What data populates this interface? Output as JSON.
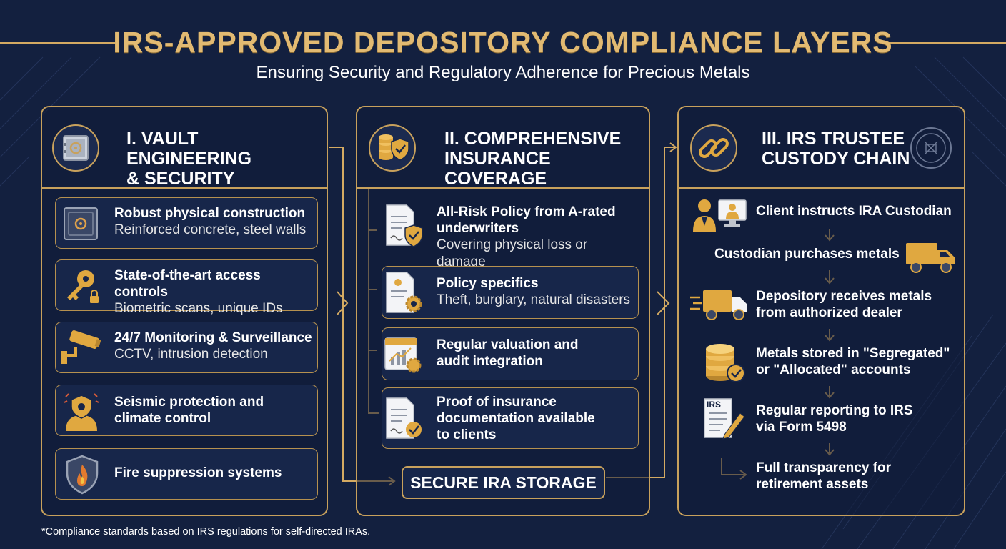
{
  "header": {
    "title": "IRS-APPROVED DEPOSITORY COMPLIANCE LAYERS",
    "subtitle": "Ensuring Security and Regulatory Adherence for Precious Metals"
  },
  "colors": {
    "background": "#13203f",
    "gold": "#c8a15c",
    "title_gold": "#e2ba72",
    "text": "#ffffff"
  },
  "panels": {
    "vault": {
      "title_line1": "I. VAULT ENGINEERING",
      "title_line2": "& SECURITY",
      "icon": "vault-safe-icon",
      "items": [
        {
          "title": "Robust physical construction",
          "sub": "Reinforced concrete, steel walls",
          "icon": "vault-door-icon"
        },
        {
          "title": "State-of-the-art access controls",
          "sub": "Biometric scans, unique IDs",
          "icon": "key-lock-icon"
        },
        {
          "title": "24/7 Monitoring & Surveillance",
          "sub": "CCTV, intrusion detection",
          "icon": "cctv-camera-icon"
        },
        {
          "title_line1": "Seismic protection and",
          "title_line2": "climate control",
          "icon": "seismic-shield-icon"
        },
        {
          "title": "Fire suppression systems",
          "icon": "fire-shield-icon"
        }
      ]
    },
    "insurance": {
      "title_line1": "II. COMPREHENSIVE",
      "title_line2": "INSURANCE COVERAGE",
      "icon": "coins-shield-icon",
      "items": [
        {
          "title_line1": "All-Risk Policy from A-rated",
          "title_line2": "underwriters",
          "sub": "Covering physical loss or damage",
          "icon": "policy-shield-icon"
        },
        {
          "title": "Policy specifics",
          "sub": "Theft, burglary, natural disasters",
          "icon": "policy-gear-icon"
        },
        {
          "title_line1": "Regular valuation and",
          "title_line2": "audit integration",
          "icon": "valuation-chart-icon"
        },
        {
          "title_line1": "Proof of insurance",
          "title_line2": "documentation available",
          "title_line3": "to clients",
          "icon": "document-check-icon"
        }
      ],
      "storage_label": "SECURE IRA STORAGE"
    },
    "custody": {
      "title_line1": "III. IRS TRUSTEE",
      "title_line2": "CUSTODY CHAIN",
      "icon": "chain-link-icon",
      "seal_icon": "treasury-seal-icon",
      "steps": [
        {
          "line1": "Client instructs IRA Custodian",
          "icon": "client-computer-icon"
        },
        {
          "line1": "Custodian purchases metals",
          "icon": "delivery-truck-icon"
        },
        {
          "line1": "Depository receives metals",
          "line2": "from authorized dealer",
          "icon": "fast-truck-icon"
        },
        {
          "line1": "Metals stored in \"Segregated\"",
          "line2": "or \"Allocated\" accounts",
          "icon": "coin-stack-check-icon"
        },
        {
          "line1": "Regular reporting to IRS",
          "line2": "via Form 5498",
          "icon": "irs-form-icon",
          "icon_label": "IRS"
        },
        {
          "line1": "Full transparency for",
          "line2": "retirement assets"
        }
      ]
    }
  },
  "footnote": "*Compliance standards based on IRS regulations for self-directed IRAs."
}
